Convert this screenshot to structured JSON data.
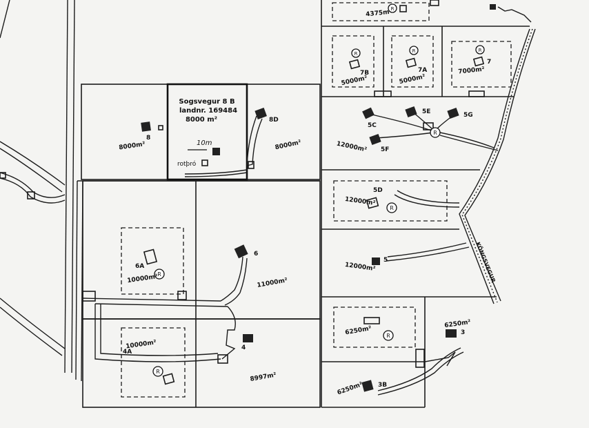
{
  "highlight_parcel": {
    "name": "Sogsvegur 8 B",
    "landnr": "landnr. 169484",
    "area": "8000 m²",
    "scale_label": "10m",
    "rotthro_label": "rotþró"
  },
  "road_name": "KÖNGSVEGUR",
  "marker_letter": "R",
  "parcels": [
    {
      "id": "p-4375",
      "label": "",
      "area": "4375m²"
    },
    {
      "id": "p-7b",
      "label": "7B",
      "area": "5000m²"
    },
    {
      "id": "p-7a",
      "label": "7A",
      "area": "5000m²"
    },
    {
      "id": "p-7",
      "label": "7",
      "area": "7000m²"
    },
    {
      "id": "p-8",
      "label": "8",
      "area": "8000m²"
    },
    {
      "id": "p-8d",
      "label": "8D",
      "area": "8000m²"
    },
    {
      "id": "p-5c",
      "label": "5C",
      "area": "12000m²"
    },
    {
      "id": "p-5e",
      "label": "5E",
      "area": ""
    },
    {
      "id": "p-5g",
      "label": "5G",
      "area": ""
    },
    {
      "id": "p-5f",
      "label": "5F",
      "area": ""
    },
    {
      "id": "p-5d",
      "label": "5D",
      "area": "12000m²"
    },
    {
      "id": "p-5",
      "label": "5",
      "area": "12000m²"
    },
    {
      "id": "p-6a",
      "label": "6A",
      "area": "10000m²"
    },
    {
      "id": "p-6",
      "label": "6",
      "area": "11000m²"
    },
    {
      "id": "p-4a",
      "label": "4A",
      "area": "10000m²"
    },
    {
      "id": "p-4",
      "label": "4",
      "area": "8997m²"
    },
    {
      "id": "p-3a",
      "label": "",
      "area": "6250m²"
    },
    {
      "id": "p-3",
      "label": "3",
      "area": "6250m²"
    },
    {
      "id": "p-3b",
      "label": "3B",
      "area": "6250m²"
    }
  ]
}
